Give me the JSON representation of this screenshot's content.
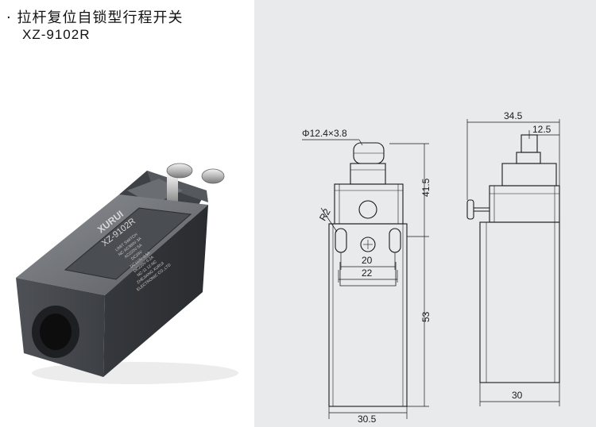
{
  "product": {
    "title_cn": "· 拉杆复位自锁型行程开关",
    "model": "XZ-9102R"
  },
  "photo": {
    "brand": "XURUI",
    "model": "XZ-9102R",
    "label_lines": [
      "LIMIT SWITCH",
      "NC·AC380V·3A",
      "AC220V·5A",
      "DC24V",
      "DC110V·0.5A",
      "DC220V·0.2A",
      "NC·11 12·NC",
      "ZHEJIANG XURUI",
      "ELECTRONIC CO.,LTD"
    ]
  },
  "drawing": {
    "roller_dim": "Φ12.4×3.8",
    "radius": "R2",
    "dim_41_5": "41.5",
    "dim_20": "20",
    "dim_22": "22",
    "dim_53": "53",
    "dim_30_5": "30.5",
    "dim_34_5": "34.5",
    "dim_12_5": "12.5",
    "dim_30": "30"
  }
}
